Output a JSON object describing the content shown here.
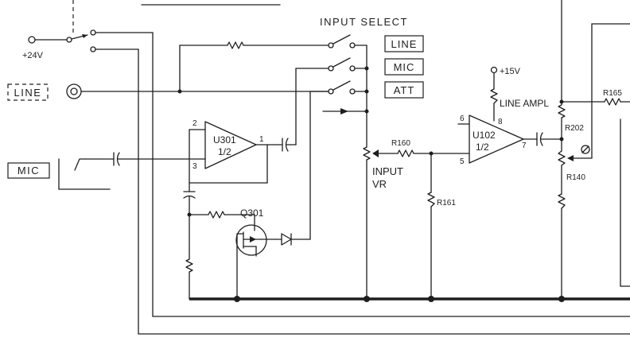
{
  "supply_plus24": "+24V",
  "supply_plus15": "+15V",
  "input_select_title": "INPUT SELECT",
  "select_line": "LINE",
  "select_mic": "MIC",
  "select_att": "ATT",
  "line_jack_label": "LINE",
  "mic_jack_label": "MIC",
  "u301_name": "U301",
  "u301_half": "1/2",
  "u301_pin2": "2",
  "u301_pin3": "3",
  "u301_pin1": "1",
  "q301": "Q301",
  "u102_name": "U102",
  "u102_half": "1/2",
  "u102_pin6": "6",
  "u102_pin5": "5",
  "u102_pin7": "7",
  "u102_pin8": "8",
  "r160": "R160",
  "r161": "R161",
  "input_vr_1": "INPUT",
  "input_vr_2": "VR",
  "line_ampl": "LINE AMPL",
  "r202": "R202",
  "r140": "R140",
  "r165": "R165"
}
